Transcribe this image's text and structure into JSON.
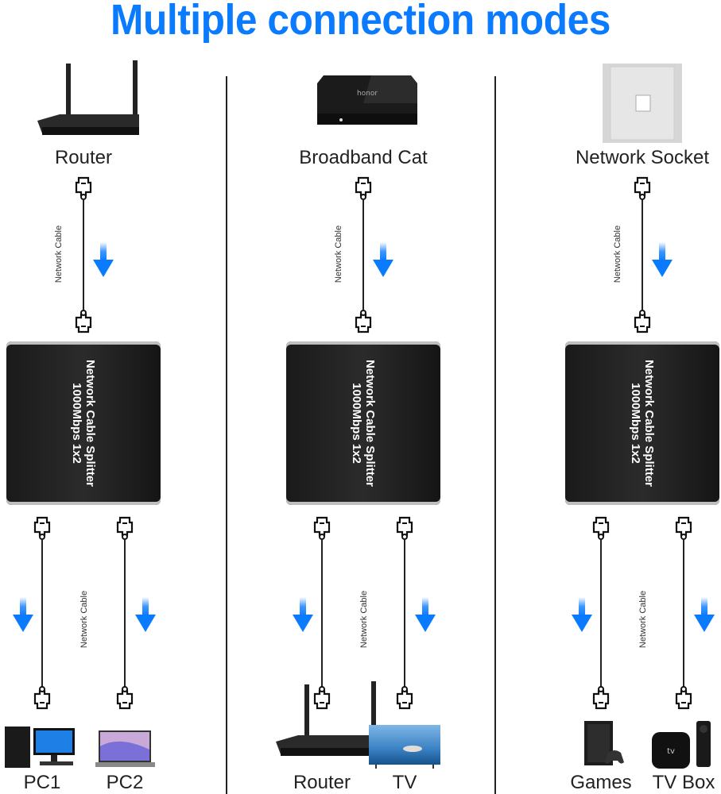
{
  "title": "Multiple connection modes",
  "colors": {
    "accent": "#0a7bff",
    "line": "#222222",
    "splitter": "#1f1f1f"
  },
  "cable_label": "Network Cable",
  "splitter_text": {
    "line1": "Network Cable Splitter",
    "line2": "1000Mbps 1x2"
  },
  "modes": [
    {
      "source": "Router",
      "source_icon": "router-icon",
      "outputs": [
        {
          "label": "PC1",
          "icon": "desktop-pc-icon"
        },
        {
          "label": "PC2",
          "icon": "laptop-icon"
        }
      ]
    },
    {
      "source": "Broadband Cat",
      "source_icon": "modem-box-icon",
      "outputs": [
        {
          "label": "Router",
          "icon": "router-icon"
        },
        {
          "label": "TV",
          "icon": "tv-icon"
        }
      ]
    },
    {
      "source": "Network Socket",
      "source_icon": "wall-socket-icon",
      "outputs": [
        {
          "label": "Games",
          "icon": "game-console-icon"
        },
        {
          "label": "TV Box",
          "icon": "tv-box-icon"
        }
      ]
    }
  ]
}
